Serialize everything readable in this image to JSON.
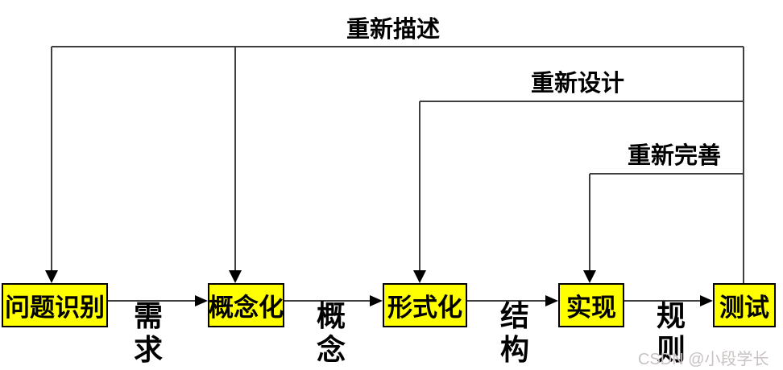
{
  "diagram": {
    "feedback": {
      "redescribe": "重新描述",
      "redesign": "重新设计",
      "refine": "重新完善"
    },
    "stages": [
      {
        "label": "问题识别"
      },
      {
        "label": "概念化"
      },
      {
        "label": "形式化"
      },
      {
        "label": "实现"
      },
      {
        "label": "测试"
      }
    ],
    "transitions": [
      {
        "label": "需求"
      },
      {
        "label": "概念"
      },
      {
        "label": "结构"
      },
      {
        "label": "规则"
      }
    ],
    "colors": {
      "box_fill": "#ffff00",
      "box_border": "#000000",
      "line": "#3f3f3f",
      "arrowhead": "#000000",
      "text": "#000000",
      "watermark": "#c9c2c2"
    }
  },
  "watermark": {
    "text": "CSDN @小段学长"
  }
}
